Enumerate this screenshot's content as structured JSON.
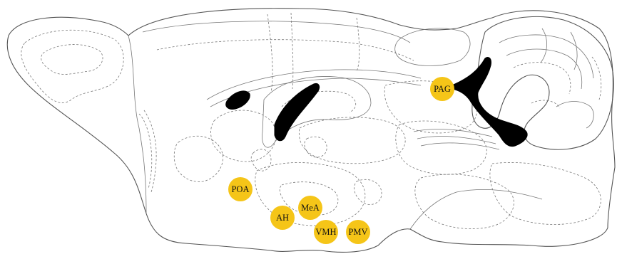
{
  "figure": {
    "accent_color": "#f5c518",
    "ventricle_color": "#000000",
    "regions": [
      {
        "id": "pag",
        "label": "PAG"
      },
      {
        "id": "poa",
        "label": "POA"
      },
      {
        "id": "mea",
        "label": "MeA"
      },
      {
        "id": "ah",
        "label": "AH"
      },
      {
        "id": "vmh",
        "label": "VMH"
      },
      {
        "id": "pmv",
        "label": "PMV"
      }
    ]
  }
}
